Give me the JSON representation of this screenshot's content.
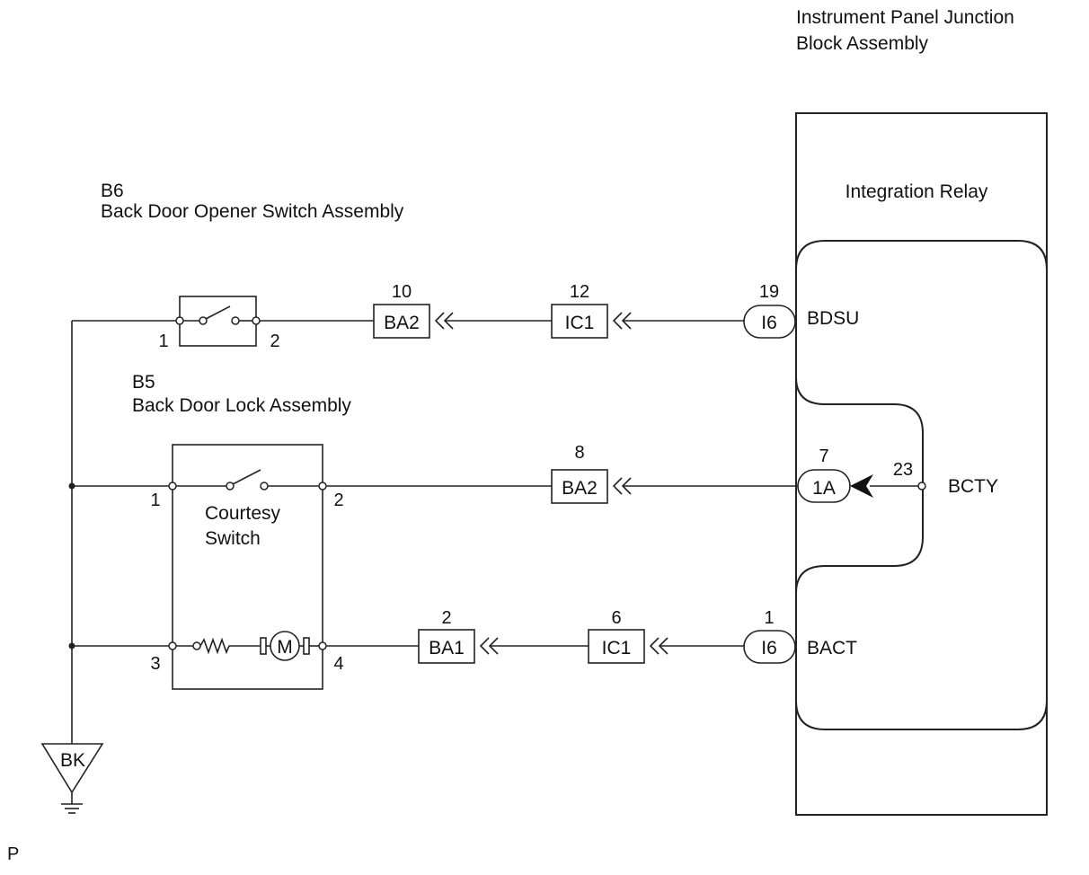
{
  "ipjb": {
    "title_line1": "Instrument Panel Junction",
    "title_line2": "Block Assembly",
    "relay_label": "Integration Relay",
    "pins": {
      "bdsu": "BDSU",
      "bcty": "BCTY",
      "bact": "BACT"
    }
  },
  "b6": {
    "code": "B6",
    "name": "Back Door Opener Switch Assembly",
    "pin1": "1",
    "pin2": "2"
  },
  "b5": {
    "code": "B5",
    "name": "Back Door Lock Assembly",
    "switch_line1": "Courtesy",
    "switch_line2": "Switch",
    "motor": "M",
    "pin1": "1",
    "pin2": "2",
    "pin3": "3",
    "pin4": "4"
  },
  "connectors": {
    "top_ba2": {
      "label": "BA2",
      "pin": "10"
    },
    "top_ic1": {
      "label": "IC1",
      "pin": "12"
    },
    "top_i6": {
      "label": "I6",
      "pin": "19"
    },
    "mid_ba2": {
      "label": "BA2",
      "pin": "8"
    },
    "mid_1a": {
      "label": "1A",
      "pin": "7"
    },
    "mid_bcty_pin": "23",
    "bot_ba1": {
      "label": "BA1",
      "pin": "2"
    },
    "bot_ic1": {
      "label": "IC1",
      "pin": "6"
    },
    "bot_i6": {
      "label": "I6",
      "pin": "1"
    }
  },
  "ground": {
    "label": "BK"
  },
  "footer": {
    "mark": "P"
  }
}
